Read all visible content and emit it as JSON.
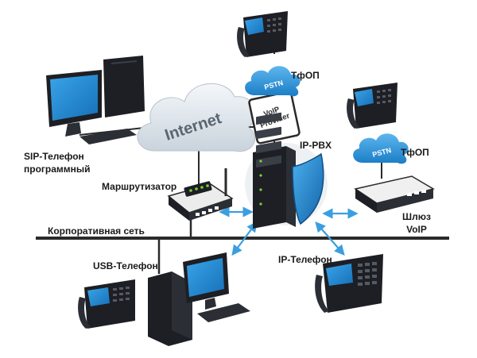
{
  "labels": {
    "sip_softphone_1": "SIP-Телефон",
    "sip_softphone_2": "программный",
    "pstn_top_label": "ТфОП",
    "pstn_right_label": "ТфОП",
    "ip_pbx": "IP-PBX",
    "router": "Маршрутизатор",
    "gateway_1": "Шлюз",
    "gateway_2": "VoIP",
    "corporate_network": "Корпоративная сеть",
    "usb_phone": "USB-Телефон",
    "ip_phone": "IP-Телефон"
  },
  "cloud_text": {
    "internet": "Internet",
    "pstn_top": "PSTN",
    "pstn_right": "PSTN"
  },
  "voip_provider": {
    "line1": "VoIP",
    "line2": "Provider"
  },
  "colors": {
    "accent_blue": "#1e90d6",
    "screen_blue": "#1f8fd8",
    "arrow_blue": "#3b9ee0",
    "device_dark": "#1d1f24",
    "line_dark": "#2a2a2a"
  }
}
